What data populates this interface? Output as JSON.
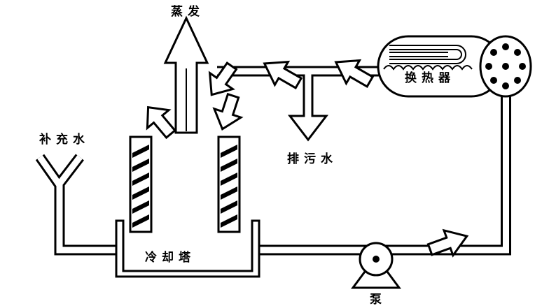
{
  "labels": {
    "evaporation": "蒸发",
    "makeup_water": "补充水",
    "blowdown_water": "排污水",
    "heat_exchanger": "换热器",
    "cooling_tower": "冷却塔",
    "pump": "泵"
  },
  "colors": {
    "line": "#000000",
    "background": "#ffffff"
  }
}
